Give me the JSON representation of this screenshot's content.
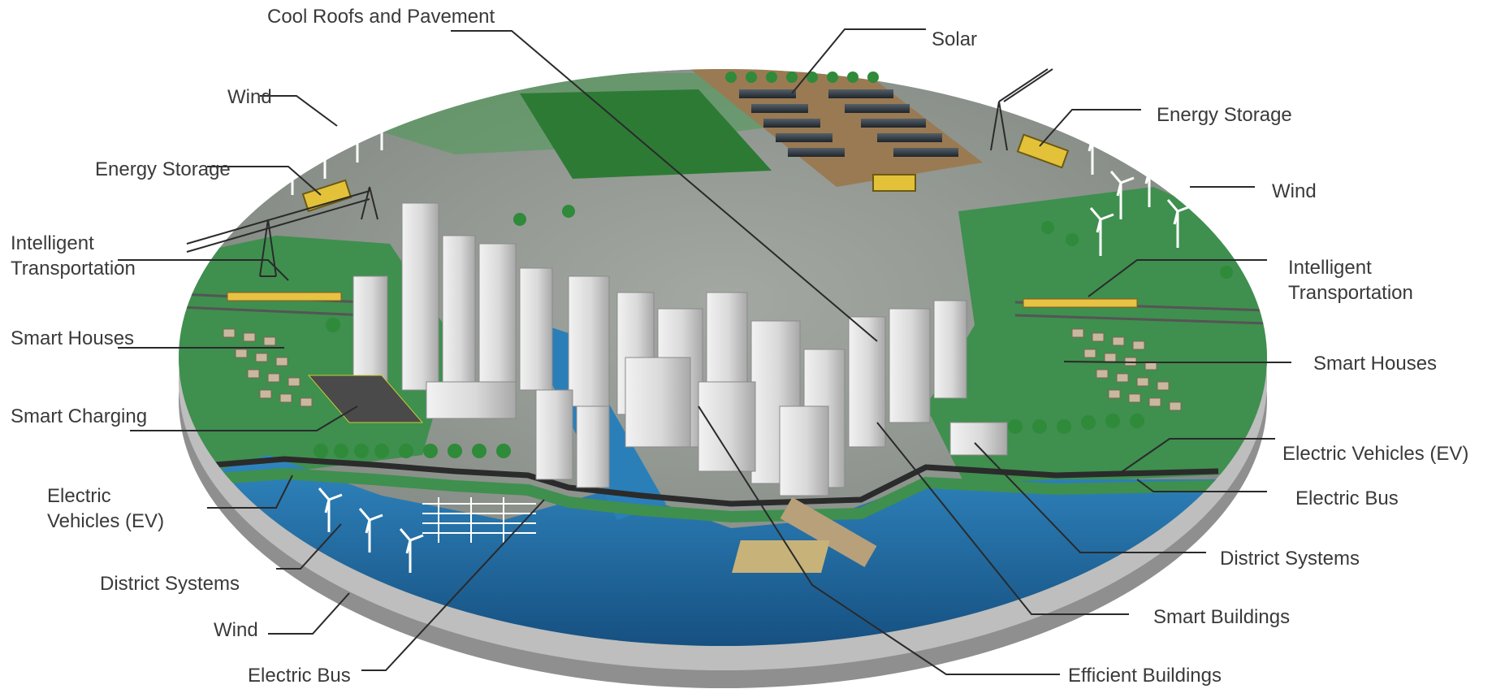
{
  "callouts": {
    "cool_roofs": "Cool Roofs and Pavement",
    "solar": "Solar",
    "wind_nw": "Wind",
    "energy_storage_w": "Energy Storage",
    "energy_storage_e": "Energy Storage",
    "wind_e": "Wind",
    "intelligent_transport_w": "Intelligent\nTransportation",
    "intelligent_transport_e": "Intelligent\nTransportation",
    "smart_houses_w": "Smart Houses",
    "smart_houses_e": "Smart Houses",
    "smart_charging": "Smart Charging",
    "ev_w": "Electric\nVehicles (EV)",
    "ev_e": "Electric Vehicles (EV)",
    "electric_bus_e": "Electric Bus",
    "district_systems_w": "District Systems",
    "district_systems_e": "District Systems",
    "wind_sw": "Wind",
    "smart_buildings": "Smart Buildings",
    "electric_bus_s": "Electric Bus",
    "efficient_buildings": "Efficient Buildings"
  },
  "colors": {
    "water": "#1f6fa8",
    "grass": "#3f8f4f",
    "ground": "#8f958f",
    "disc_rim": "#a9aaa9",
    "building": "#d8d8d8",
    "road": "#2b2b2b",
    "leader_line": "#2a2a2a",
    "label_text": "#3a3a3a"
  }
}
